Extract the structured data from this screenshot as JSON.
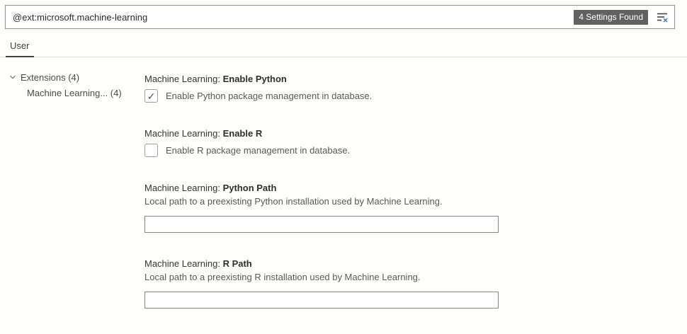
{
  "search": {
    "value": "@ext:microsoft.machine-learning",
    "badge": "4 Settings Found"
  },
  "icons": {
    "clear_filter": "clear-filter",
    "tree_expand": "chevron-down",
    "check_glyph": "✓"
  },
  "colors": {
    "search_border": "#919191",
    "badge_bg": "#616161",
    "badge_text": "#ffffff",
    "tab_underline": "#424242",
    "separator": "#dedede",
    "title_text": "#333333",
    "muted_text": "#595959",
    "input_border": "#868686",
    "clear_icon_x": "#3c7fb6"
  },
  "tabs": [
    {
      "label": "User",
      "active": true
    }
  ],
  "tree": {
    "items": [
      {
        "label": "Extensions (4)",
        "level": 0,
        "expanded": true
      },
      {
        "label": "Machine Learning... (4)",
        "level": 1
      }
    ]
  },
  "settings": [
    {
      "category": "Machine Learning: ",
      "name": "Enable Python",
      "type": "checkbox",
      "checked": true,
      "description": "Enable Python package management in database."
    },
    {
      "category": "Machine Learning: ",
      "name": "Enable R",
      "type": "checkbox",
      "checked": false,
      "description": "Enable R package management in database."
    },
    {
      "category": "Machine Learning: ",
      "name": "Python Path",
      "type": "text",
      "value": "",
      "description": "Local path to a preexisting Python installation used by Machine Learning."
    },
    {
      "category": "Machine Learning: ",
      "name": "R Path",
      "type": "text",
      "value": "",
      "description": "Local path to a preexisting R installation used by Machine Learning."
    }
  ]
}
